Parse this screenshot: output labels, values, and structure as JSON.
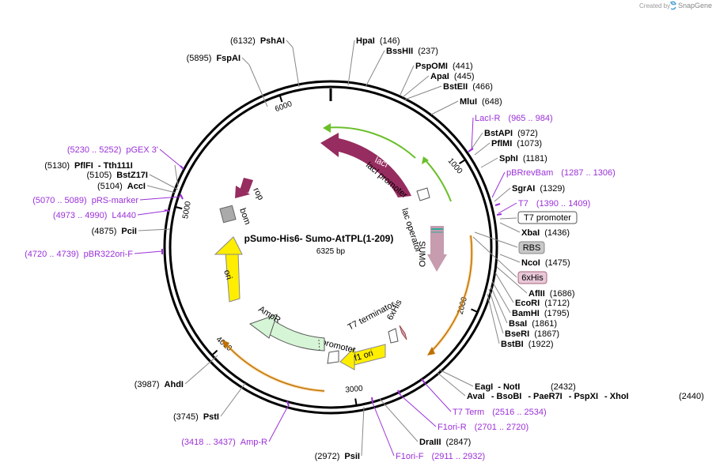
{
  "brand": {
    "created_by": "Created by",
    "app": "SnapGene"
  },
  "plasmid": {
    "name": "pSumo-His6- Sumo-AtTPL(1-209)",
    "size": "6325 bp",
    "length": 6325
  },
  "colors": {
    "lacI": "#962c5f",
    "rop": "#962c5f",
    "ampR": "#d6f5d6",
    "ori": "#ffee00",
    "f1ori": "#ffee00",
    "primer": "#9b30d9",
    "green_arc": "#6bbf2a",
    "orange_arc": "#f0a020",
    "sumo": "#c69cae",
    "his": "#e8c8d8",
    "rbs": "#c8c8c8"
  },
  "ticks": [
    {
      "label": "1000",
      "pos": 1000
    },
    {
      "label": "2000",
      "pos": 2000
    },
    {
      "label": "3000",
      "pos": 3000
    },
    {
      "label": "4000",
      "pos": 4000
    },
    {
      "label": "5000",
      "pos": 5000
    },
    {
      "label": "6000",
      "pos": 6000
    }
  ],
  "features": [
    {
      "name": "lacI",
      "start": 1073,
      "end": 8
    },
    {
      "name": "lacI promoter",
      "start": 1150,
      "end": 1078
    },
    {
      "name": "lac operator",
      "start": 1320,
      "end": 1296
    },
    {
      "name": "SUMO",
      "start": 1400,
      "end": 1700
    },
    {
      "name": "T7 terminator",
      "start": 2480,
      "end": 2520
    },
    {
      "name": "6xHis",
      "start": 2420,
      "end": 2440
    },
    {
      "name": "f1 ori",
      "start": 2620,
      "end": 3080
    },
    {
      "name": "AmpR promoter",
      "start": 3210,
      "end": 3320
    },
    {
      "name": "AmpR",
      "start": 3320,
      "end": 4180
    },
    {
      "name": "ori",
      "start": 4330,
      "end": 4920
    },
    {
      "name": "bom",
      "start": 5100,
      "end": 5240
    },
    {
      "name": "rop",
      "start": 5500,
      "end": 5700
    }
  ],
  "labels": [
    {
      "name": "HpaI",
      "pos": "(146)"
    },
    {
      "name": "BssHII",
      "pos": "(237)"
    },
    {
      "name": "PspOMI",
      "pos": "(441)"
    },
    {
      "name": "ApaI",
      "pos": "(445)"
    },
    {
      "name": "BstEII",
      "pos": "(466)"
    },
    {
      "name": "MluI",
      "pos": "(648)"
    },
    {
      "name": "BstAPI",
      "pos": "(972)"
    },
    {
      "name": "PflMI",
      "pos": "(1073)"
    },
    {
      "name": "SphI",
      "pos": "(1181)"
    },
    {
      "name": "SgrAI",
      "pos": "(1329)"
    },
    {
      "name": "XbaI",
      "pos": "(1436)"
    },
    {
      "name": "NcoI",
      "pos": "(1475)"
    },
    {
      "name": "AflII",
      "pos": "(1686)"
    },
    {
      "name": "EcoRI",
      "pos": "(1712)"
    },
    {
      "name": "BamHI",
      "pos": "(1795)"
    },
    {
      "name": "BsaI",
      "pos": "(1861)"
    },
    {
      "name": "BseRI",
      "pos": "(1867)"
    },
    {
      "name": "BstBI",
      "pos": "(1922)"
    },
    {
      "name": "EagI",
      "pos": ""
    },
    {
      "name": "NotI",
      "pos": "(2432)"
    },
    {
      "name": "AvaI",
      "pos": ""
    },
    {
      "name": "BsoBI",
      "pos": ""
    },
    {
      "name": "PaeR7I",
      "pos": ""
    },
    {
      "name": "PspXI",
      "pos": ""
    },
    {
      "name": "XhoI",
      "pos": "(2440)"
    },
    {
      "name": "DraIII",
      "pos": "(2847)"
    },
    {
      "name": "PsiI",
      "pos": "(2972)"
    },
    {
      "name": "PstI",
      "pos": "(3745)"
    },
    {
      "name": "AhdI",
      "pos": "(3987)"
    },
    {
      "name": "PciI",
      "pos": "(4875)"
    },
    {
      "name": "AccI",
      "pos": "(5104)"
    },
    {
      "name": "BstZ17I",
      "pos": "(5105)"
    },
    {
      "name": "PflFI",
      "pos": "(5130)"
    },
    {
      "name": "Tth111I",
      "pos": ""
    },
    {
      "name": "FspAI",
      "pos": "(5895)"
    },
    {
      "name": "PshAI",
      "pos": "(6132)"
    }
  ],
  "primers": [
    {
      "name": "LacI-R",
      "pos": "(965 .. 984)"
    },
    {
      "name": "pBRrevBam",
      "pos": "(1287 .. 1306)"
    },
    {
      "name": "T7",
      "pos": "(1390 .. 1409)"
    },
    {
      "name": "T7 Term",
      "pos": "(2516 .. 2534)"
    },
    {
      "name": "F1ori-R",
      "pos": "(2701 .. 2720)"
    },
    {
      "name": "F1ori-F",
      "pos": "(2911 .. 2932)"
    },
    {
      "name": "Amp-R",
      "pos": "(3418 .. 3437)"
    },
    {
      "name": "pBR322ori-F",
      "pos": "(4720 .. 4739)"
    },
    {
      "name": "L4440",
      "pos": "(4973 .. 4990)"
    },
    {
      "name": "pRS-marker",
      "pos": "(5070 .. 5089)"
    },
    {
      "name": "pGEX 3'",
      "pos": "(5230 .. 5252)"
    }
  ],
  "boxed": [
    {
      "name": "T7 promoter"
    },
    {
      "name": "RBS"
    },
    {
      "name": "6xHis"
    }
  ]
}
